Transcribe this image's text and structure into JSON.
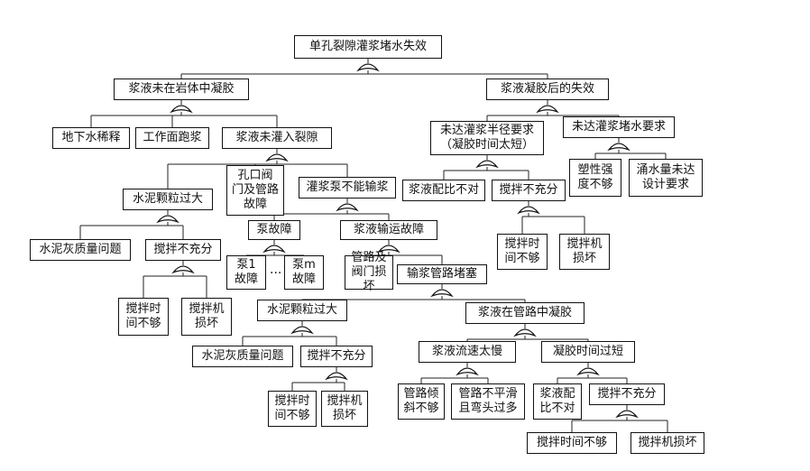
{
  "nodes": {
    "root": "单孔裂隙灌浆堵水失效",
    "n_not_in_rock": "浆液未在岩体中凝胶",
    "n_after_gel": "浆液凝胶后的失效",
    "n_groundwater": "地下水稀释",
    "n_face_leak": "工作面跑浆",
    "n_not_into_crack": "浆液未灌入裂隙",
    "n_radius": "未达灌浆半径要求\n（凝胶时间太短）",
    "n_block_req": "未达灌浆堵水要求",
    "n_valve": "孔口阀\n门及管路\n故障",
    "n_pump_cant": "灌浆泵不能输浆",
    "n_ratio": "浆液配比不对",
    "n_mix1": "搅拌不充分",
    "n_plastic": "塑性强\n度不够",
    "n_inflow": "涌水量未达\n设计要求",
    "n_cement_big1": "水泥颗粒过大",
    "n_pump_fault": "泵故障",
    "n_transport": "浆液输运故障",
    "n_mix_time1": "搅拌时\n间不够",
    "n_mixer1": "搅拌机\n损坏",
    "n_quality1": "水泥灰质量问题",
    "n_mix2": "搅拌不充分",
    "n_pump1": "泵1\n故障",
    "n_dots": "···",
    "n_pumpm": "泵m\n故障",
    "n_pipe_valve": "管路及\n阀门损坏",
    "n_pipe_block": "输浆管路堵塞",
    "n_mix_time2": "搅拌时\n间不够",
    "n_mixer2": "搅拌机\n损坏",
    "n_cement_big2": "水泥颗粒过大",
    "n_gel_in_pipe": "浆液在管路中凝胶",
    "n_quality2": "水泥灰质量问题",
    "n_mix3": "搅拌不充分",
    "n_slow": "浆液流速太慢",
    "n_gel_short": "凝胶时间过短",
    "n_mix_time3": "搅拌时\n间不够",
    "n_mixer3": "搅拌机\n损坏",
    "n_tilt": "管路倾\n斜不够",
    "n_rough": "管路不平滑\n且弯头过多",
    "n_ratio2": "浆液配\n比不对",
    "n_mix4": "搅拌不充分",
    "n_mix_time4": "搅拌时间不够",
    "n_mixer4": "搅拌机损坏"
  }
}
